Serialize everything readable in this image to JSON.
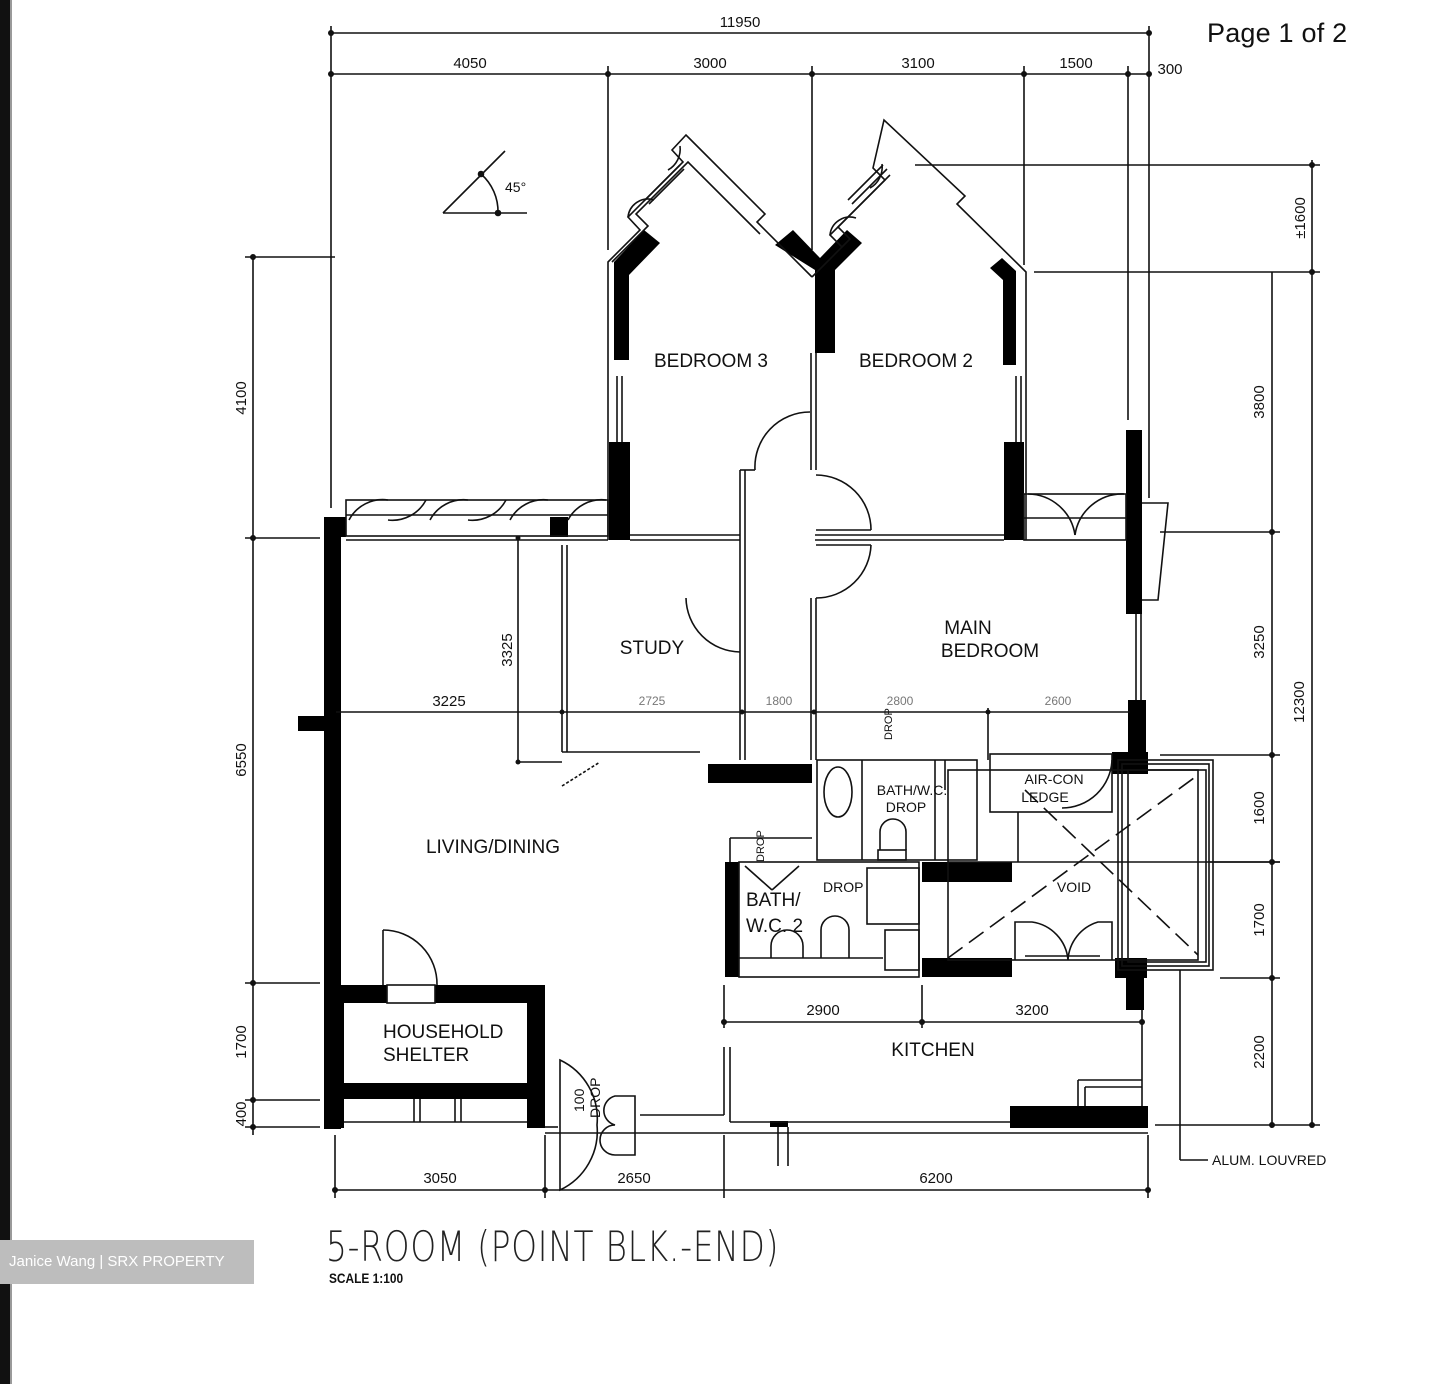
{
  "page": {
    "indicator": "Page 1 of 2"
  },
  "watermark": {
    "text": "Janice Wang | SRX PROPERTY"
  },
  "plan": {
    "title": "5-ROOM (POINT BLK.-END)",
    "scale": "SCALE  1:100",
    "orientation_angle": "45°"
  },
  "rooms": {
    "bedroom3": "BEDROOM  3",
    "bedroom2": "BEDROOM  2",
    "study": "STUDY",
    "main_bedroom_line1": "MAIN",
    "main_bedroom_line2": "BEDROOM",
    "living_dining": "LIVING/DINING",
    "bath_wc": "BATH/W.C.",
    "bath_wc_drop": "DROP",
    "aircon_ledge_line1": "AIR-CON",
    "aircon_ledge_line2": "LEDGE",
    "void": "VOID",
    "bath_wc2_line1": "BATH/",
    "bath_wc2_line2": "W.C. 2",
    "bath_wc2_drop": "DROP",
    "household_shelter_line1": "HOUSEHOLD",
    "household_shelter_line2": "SHELTER",
    "kitchen": "KITCHEN",
    "entrance_drop": "DROP",
    "entrance_drop_value": "100",
    "drop_vertical_1": "DROP",
    "drop_vertical_2": "DROP"
  },
  "annotations": {
    "alum_louvred": "ALUM. LOUVRED"
  },
  "dimensions": {
    "top_overall": "11950",
    "top_segments": [
      "4050",
      "3000",
      "3100",
      "1500",
      "300"
    ],
    "right_top": "±1600",
    "right_segments": [
      "3800",
      "3250",
      "1600",
      "1700",
      "2200"
    ],
    "right_overall": "12300",
    "left_segments": [
      "4100",
      "6550",
      "1700",
      "400"
    ],
    "bottom_segments": [
      "3050",
      "2650",
      "6200"
    ],
    "kitchen_segments": [
      "2900",
      "3200"
    ],
    "interior_horizontal": "3225",
    "interior_vertical": "3325",
    "interior_blurred": [
      "2725",
      "1800",
      "2800",
      "2600"
    ]
  }
}
